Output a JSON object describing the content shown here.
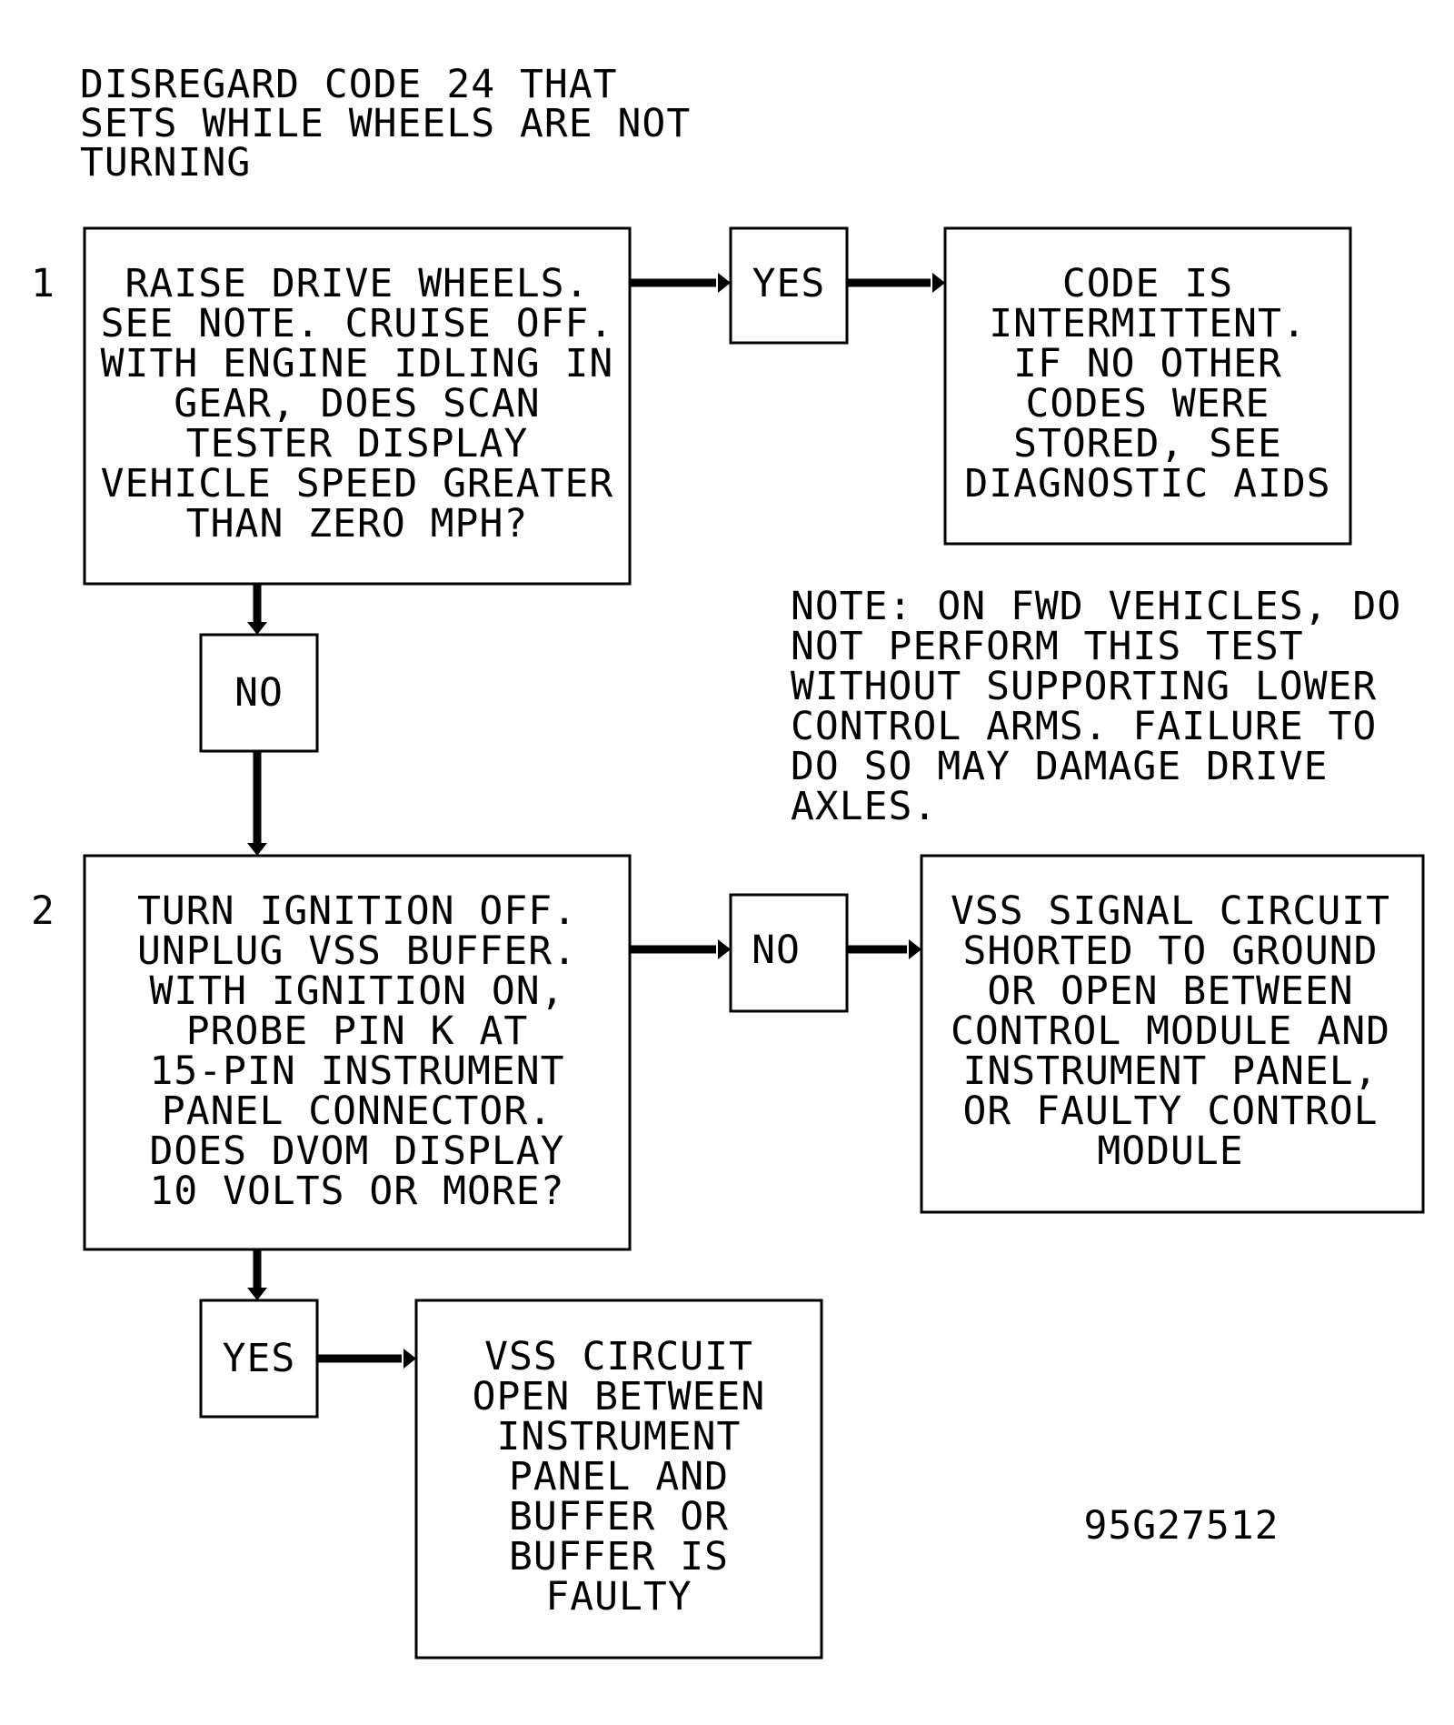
{
  "header_note": [
    "DISREGARD CODE 24 THAT",
    "SETS WHILE WHEELS ARE NOT",
    "TURNING"
  ],
  "step1": {
    "number": "1",
    "lines": [
      "RAISE DRIVE WHEELS.",
      "SEE NOTE. CRUISE OFF.",
      "WITH ENGINE IDLING IN",
      "GEAR, DOES SCAN",
      "TESTER DISPLAY",
      "VEHICLE SPEED GREATER",
      "THAN ZERO MPH?"
    ]
  },
  "step1_yes_label": "YES",
  "step1_yes_result": [
    "CODE IS",
    "INTERMITTENT.",
    "IF NO OTHER",
    "CODES WERE",
    "STORED, SEE",
    "DIAGNOSTIC AIDS"
  ],
  "step1_no_label": "NO",
  "side_note": [
    "NOTE: ON FWD VEHICLES, DO",
    "NOT PERFORM THIS TEST",
    "WITHOUT SUPPORTING LOWER",
    "CONTROL ARMS. FAILURE TO",
    "DO SO MAY DAMAGE DRIVE",
    "AXLES."
  ],
  "step2": {
    "number": "2",
    "lines": [
      "TURN IGNITION OFF.",
      "UNPLUG VSS BUFFER.",
      "WITH IGNITION ON,",
      "PROBE PIN K AT",
      "15-PIN INSTRUMENT",
      "PANEL CONNECTOR.",
      "DOES DVOM DISPLAY",
      "10 VOLTS OR MORE?"
    ]
  },
  "step2_no_label": "NO",
  "step2_no_result": [
    "VSS SIGNAL CIRCUIT",
    "SHORTED TO GROUND",
    "OR OPEN BETWEEN",
    "CONTROL MODULE AND",
    "INSTRUMENT PANEL,",
    "OR FAULTY CONTROL",
    "MODULE"
  ],
  "step2_yes_label": "YES",
  "step2_yes_result": [
    "VSS CIRCUIT",
    "OPEN BETWEEN",
    "INSTRUMENT",
    "PANEL AND",
    "BUFFER OR",
    "BUFFER IS",
    "FAULTY"
  ],
  "figure_id": "95G27512"
}
